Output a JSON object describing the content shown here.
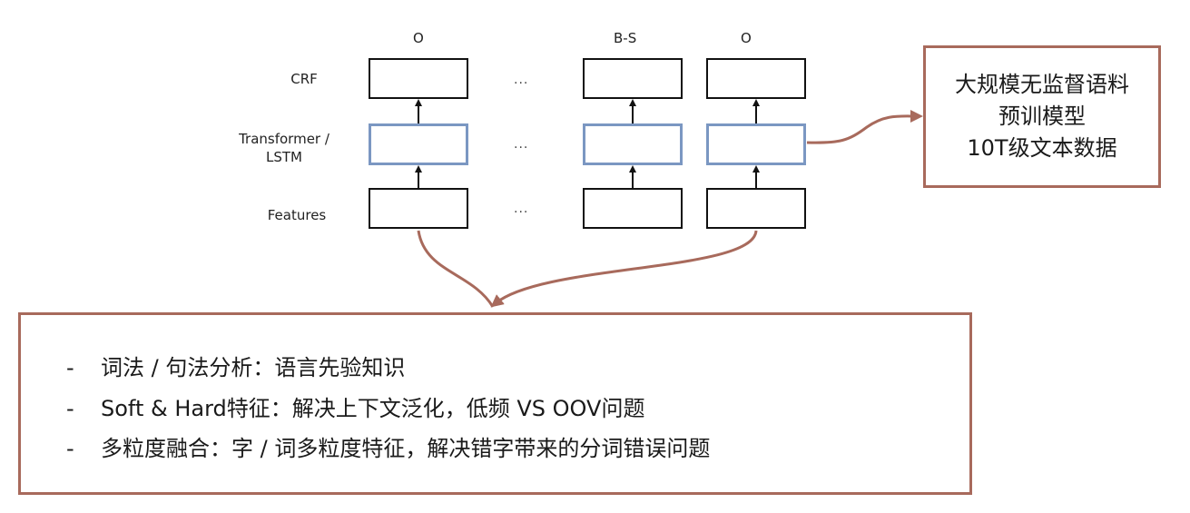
{
  "columns": {
    "labels": [
      "O",
      "B-S",
      "O"
    ]
  },
  "rows": {
    "crf": "CRF",
    "transformer_line1": "Transformer /",
    "transformer_line2": "LSTM",
    "features": "Features"
  },
  "ellipsis": "...",
  "pretrain": {
    "line1": "大规模无监督语料",
    "line2": "预训模型",
    "line3": "10T级文本数据"
  },
  "notes": [
    {
      "bullet": "-",
      "text": "词法 / 句法分析：语言先验知识"
    },
    {
      "bullet": "-",
      "text": "Soft & Hard特征：解决上下文泛化，低频 VS OOV问题"
    },
    {
      "bullet": "-",
      "text": "多粒度融合：字 / 词多粒度特征，解决错字带来的分词错误问题"
    }
  ],
  "colors": {
    "connector": "#a86a5c",
    "blue_box": "#7b97c2",
    "black_box": "#111111"
  }
}
